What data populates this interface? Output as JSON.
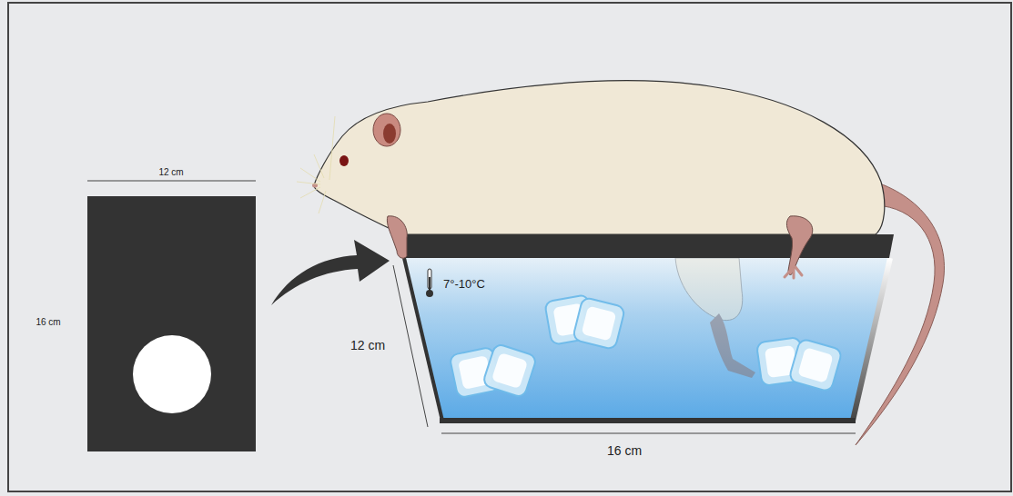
{
  "diagram": {
    "labels": [
      "12 cm",
      "16 cm",
      "7°-10°C",
      "12 cm",
      "16 cm"
    ]
  }
}
